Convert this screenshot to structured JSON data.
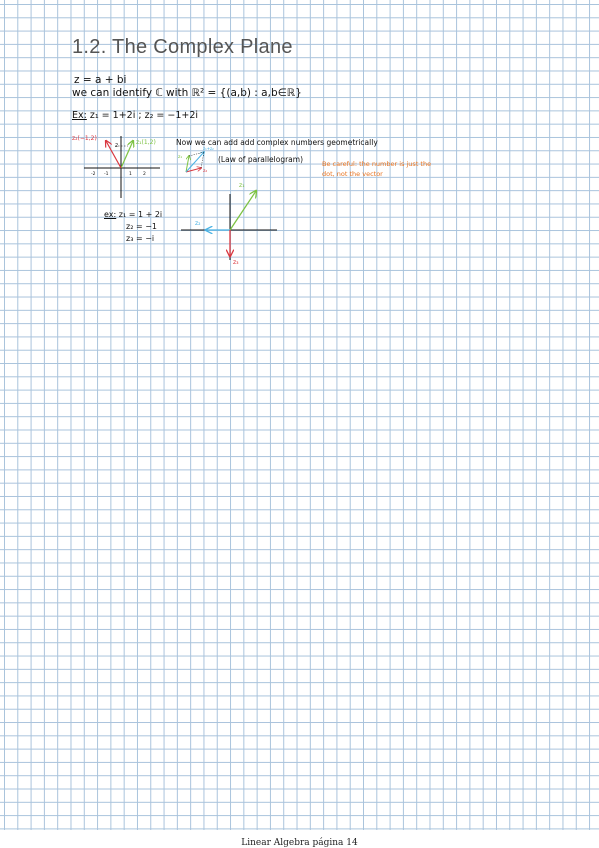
{
  "page": {
    "title": "1.2. The Complex Plane",
    "footer": "Linear Algebra página 14"
  },
  "notes": {
    "line1": "z = a + bi",
    "line2": "we can identify ℂ with ℝ² = {(a,b) : a,b∈ℝ}",
    "example1_label": "Ex:",
    "example1_text": "z₁ = 1+2i ; z₂ = −1+2i",
    "add_line1": "Now we can add add complex numbers geometrically",
    "add_line2": "(Law of parallelogram)",
    "caution": "Be careful: the number is just the dot, not the vector",
    "example2_label": "ex:",
    "example2_z1": "z₁ = 1 + 2i",
    "example2_z2": "z₂ = −1",
    "example2_z3": "z₃ = −i"
  },
  "diagram1": {
    "z1_label": "z₁(1,2)",
    "z2_label": "z₂(−1,2)",
    "tick_y": "2",
    "ticks_x": [
      "-2",
      "-1",
      "1",
      "2"
    ]
  },
  "diagram2": {
    "sum_label": "z₁+z₂",
    "z1_label": "z₁",
    "z2_label": "z₂"
  },
  "diagram3": {
    "z1_label": "z₁",
    "z2_label": "z₂",
    "z3_label": "z₃"
  },
  "colors": {
    "red": "#d9363e",
    "green": "#7cc242",
    "blue": "#4ab2e4",
    "orange": "#e8731f",
    "ink": "#111111"
  }
}
